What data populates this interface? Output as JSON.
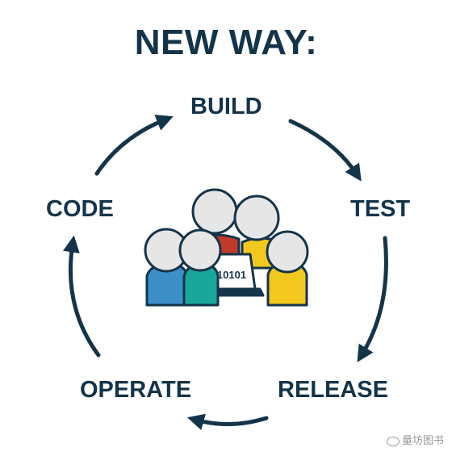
{
  "title": "NEW WAY:",
  "cycle": {
    "stages": [
      "BUILD",
      "TEST",
      "RELEASE",
      "OPERATE",
      "CODE"
    ]
  },
  "center": {
    "laptop_text": "10101"
  },
  "watermark": "量坊图书",
  "colors": {
    "text": "#14344a",
    "arrow": "#14344a",
    "person_blue": "#3d8fc8",
    "person_teal": "#1aa79b",
    "person_red": "#c0392b",
    "person_yellow": "#f2c81e",
    "head": "#e6e6e6"
  }
}
